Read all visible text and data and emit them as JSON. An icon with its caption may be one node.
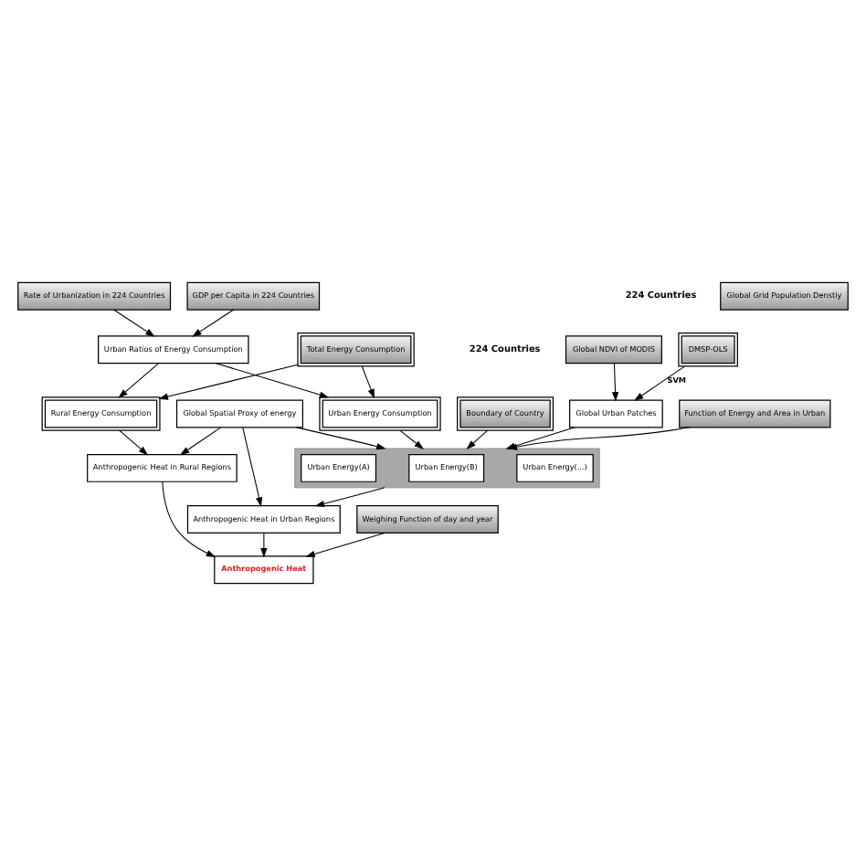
{
  "diagram": {
    "nodes": [
      {
        "text": [
          "Rate of Urbanization in 224 Countries"
        ]
      },
      {
        "text": [
          "Total Energy Consumption"
        ]
      },
      {
        "text": [
          "Urban Ratios of Energy Consumption"
        ]
      },
      {
        "text": [
          "GDP per Capita in 224 Countries"
        ]
      },
      {
        "text": [
          "Urban Energy Consumption"
        ]
      },
      {
        "text": [
          "Rural Energy Consumption"
        ]
      },
      {
        "text": [
          "DMSP-OLS"
        ]
      },
      {
        "text": [
          "Global NDVI of MODIS"
        ]
      },
      {
        "text": [
          "Global Urban Patches"
        ]
      },
      {
        "text": [
          "Global Grid Population Denstiy"
        ]
      },
      {
        "text": [
          "Function of Energy and Area in Urban"
        ]
      },
      {
        "text": [
          "Global Spatial Proxy of energy"
        ]
      },
      {
        "text": [
          "Boundary of Country"
        ]
      },
      {
        "text": [],
        "shape": "box"
      },
      {
        "text": [
          "Urban Energy(A)"
        ],
        "in": 13
      },
      {
        "text": [
          "Urban Energy(B)"
        ],
        "in": 13
      },
      {
        "text": [
          "Urban Energy(...)"
        ],
        "in": 13
      },
      {
        "text": [
          "Anthropogenic Heat in Urban Regions"
        ]
      },
      {
        "text": [
          "Anthropogenic Heat in Rural Regions"
        ]
      },
      {
        "text": [
          "Weighing Function of day and year"
        ]
      },
      {
        "text": [
          "Anthropogenic Heat"
        ]
      }
    ],
    "edges": [
      {
        "from": 0,
        "to": 2,
        "arrow": "to"
      },
      {
        "from": 3,
        "to": 2,
        "arrow": "to"
      },
      {
        "from": 1,
        "to": 4,
        "arrow": "to"
      },
      {
        "from": 1,
        "to": 5,
        "arrow": "to"
      },
      {
        "from": 2,
        "to": 4,
        "arrow": "to"
      },
      {
        "from": 2,
        "to": 5,
        "arrow": "to"
      },
      {
        "from": 6,
        "to": 8,
        "arrow": "to",
        "label": "SVM"
      },
      {
        "from": 7,
        "to": 8,
        "arrow": "to"
      },
      {
        "from": 4,
        "to": 13,
        "arrow": "to"
      },
      {
        "from": 8,
        "to": 13,
        "arrow": "to"
      },
      {
        "from": 10,
        "to": 13,
        "arrow": "to"
      },
      {
        "from": 11,
        "to": 13,
        "arrow": "to"
      },
      {
        "from": 12,
        "to": 13,
        "arrow": "to"
      },
      {
        "from": 11,
        "to": 17,
        "arrow": "to"
      },
      {
        "from": 11,
        "to": 18,
        "arrow": "to"
      },
      {
        "from": 13,
        "to": 17,
        "arrow": "to"
      },
      {
        "from": 5,
        "to": 18,
        "arrow": "to"
      },
      {
        "from": 17,
        "to": 20,
        "arrow": "to"
      },
      {
        "from": 18,
        "to": 20,
        "arrow": "to"
      },
      {
        "from": 19,
        "to": 20,
        "arrow": "to"
      }
    ],
    "labels": [
      "224 Countries",
      "224 Countries"
    ]
  }
}
